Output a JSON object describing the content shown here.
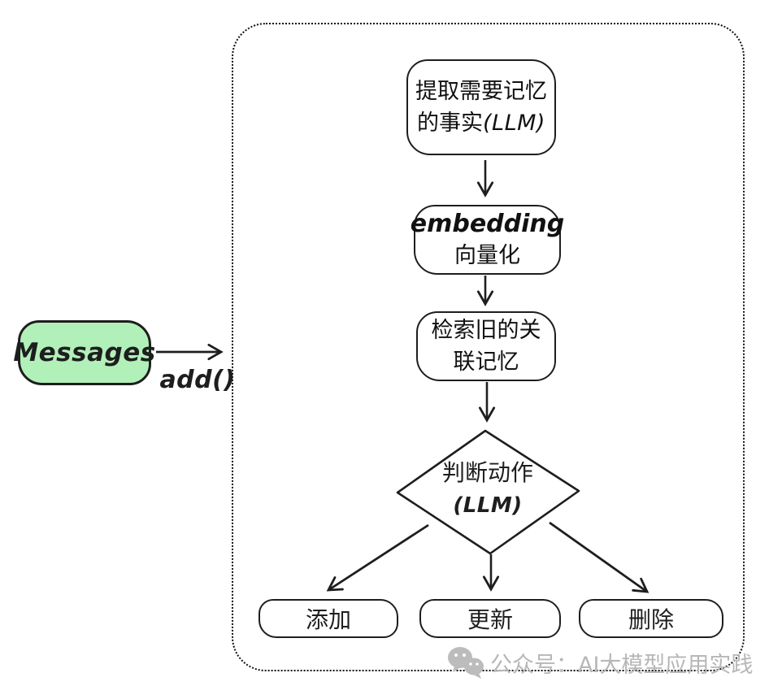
{
  "colors": {
    "stroke": "#1e1e1e",
    "messages_fill": "#b2f0ba",
    "watermark_gray": "#b7b7b7",
    "background": "#ffffff"
  },
  "messages_node": {
    "label": "Messages"
  },
  "add_arrow": {
    "label": "add()"
  },
  "flow": {
    "extract": {
      "line1": "提取需要记忆",
      "line2_prefix": "的事实",
      "line2_suffix": "(LLM)"
    },
    "embedding": {
      "line1": "embedding",
      "line2": "向量化"
    },
    "retrieve": {
      "line1": "检索旧的关",
      "line2": "联记忆"
    },
    "decision": {
      "line1": "判断动作",
      "line2": "(LLM)"
    },
    "actions": [
      {
        "label": "添加"
      },
      {
        "label": "更新"
      },
      {
        "label": "删除"
      }
    ]
  },
  "watermark": {
    "text": "公众号：AI大模型应用实践",
    "icon": "wechat-icon"
  }
}
